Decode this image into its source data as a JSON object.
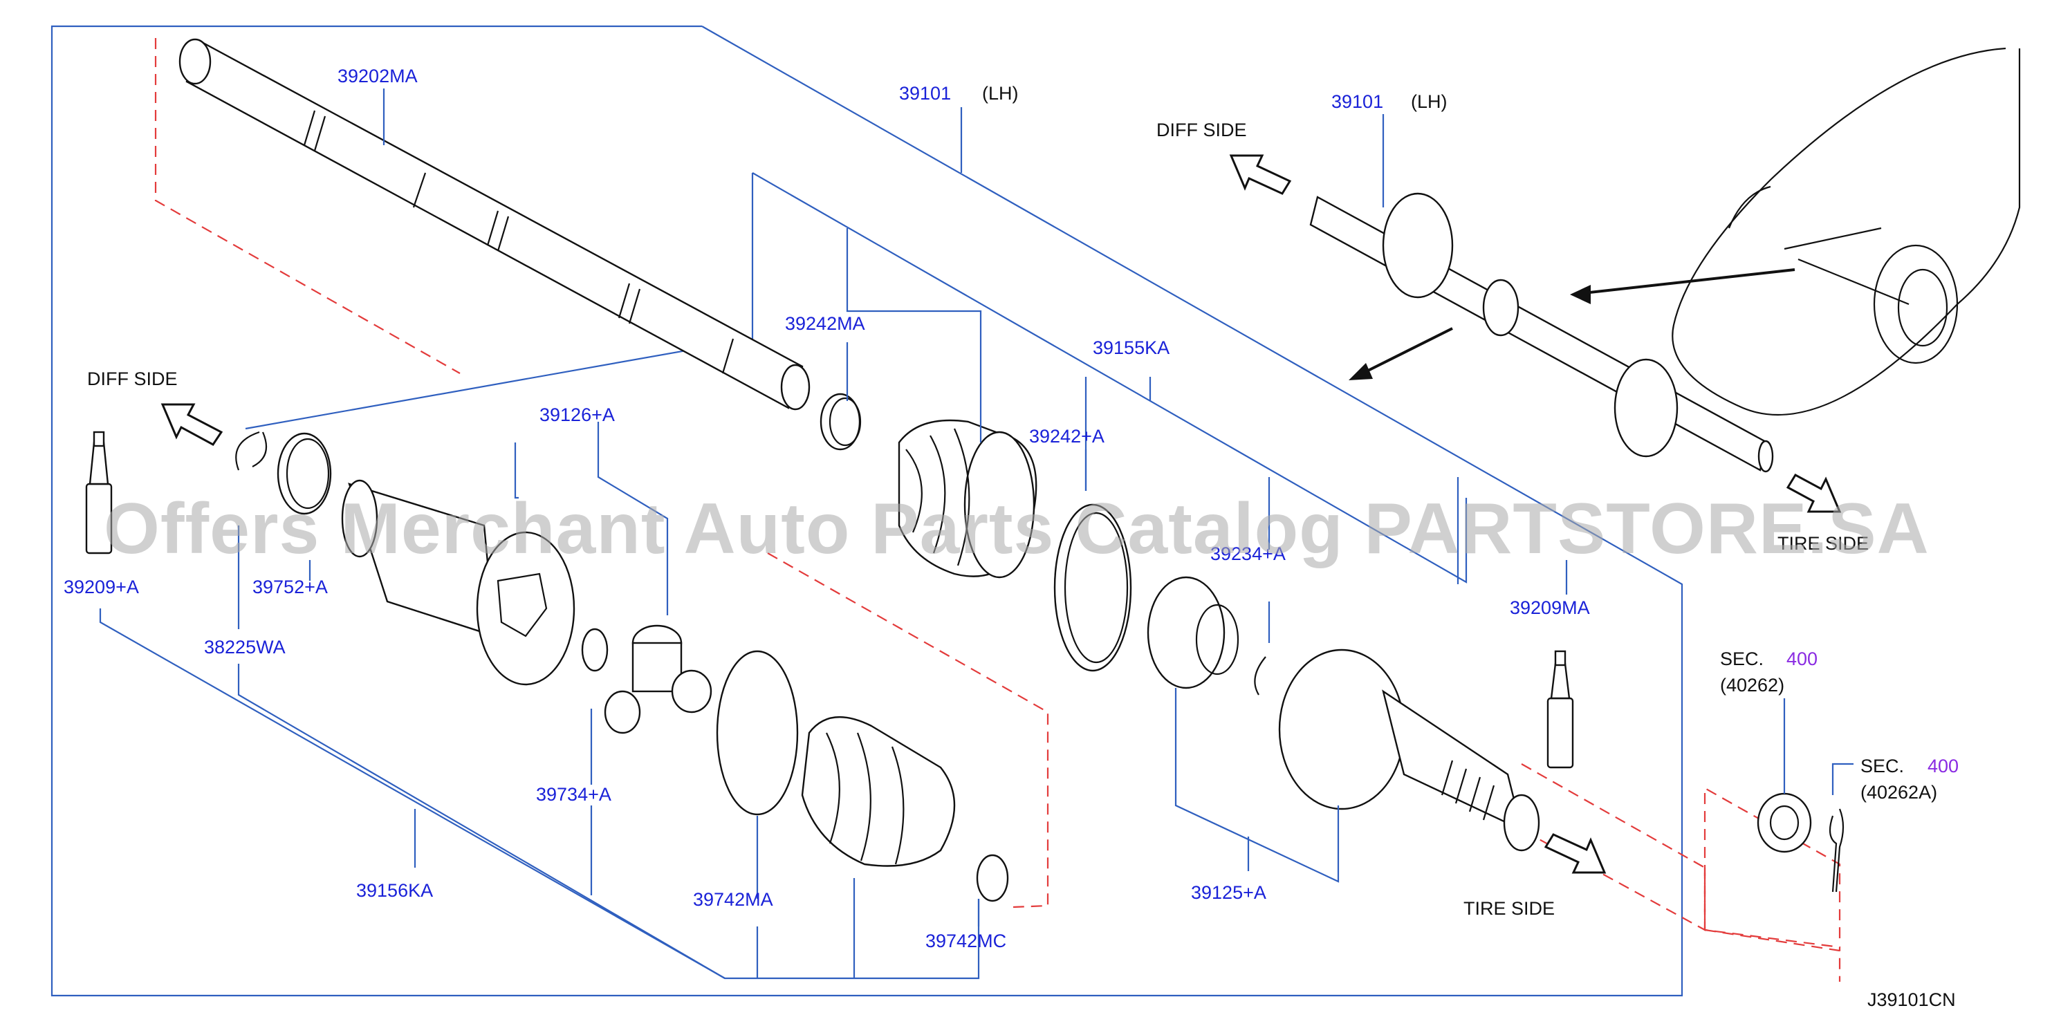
{
  "labels": {
    "p39202MA": "39202MA",
    "p39101_main": "39101",
    "lh_main": "(LH)",
    "p39101_inset": "39101",
    "lh_inset": "(LH)",
    "diff_side_inset": "DIFF   SIDE",
    "diff_side_left": "DIFF   SIDE",
    "p39242MA": "39242MA",
    "p39155KA": "39155KA",
    "p39126A": "39126+A",
    "p39242A": "39242+A",
    "p39234A": "39234+A",
    "p39209MA": "39209MA",
    "p39209A": "39209+A",
    "p39752A": "39752+A",
    "p38225WA": "38225WA",
    "p39734A": "39734+A",
    "p39156KA": "39156KA",
    "p39742MA": "39742MA",
    "p39742MC": "39742MC",
    "p39125A": "39125+A",
    "tire_side": "TIRE   SIDE",
    "tire_side_inset": "TIRE   SIDE",
    "sec1": "SEC.",
    "sec1_num": "400",
    "sec1_ref": "(40262)",
    "sec2": "SEC.",
    "sec2_num": "400",
    "sec2_ref": "(40262A)",
    "diagram_code": "J39101CN"
  },
  "watermark": "Offers Merchant Auto Parts Catalog PARTSTORE.SA",
  "colors": {
    "part_number": "#1a22d8",
    "section_number": "#8a2be2",
    "leader_line": "#2f5fbf",
    "dashed_guide": "#e33b3b"
  }
}
